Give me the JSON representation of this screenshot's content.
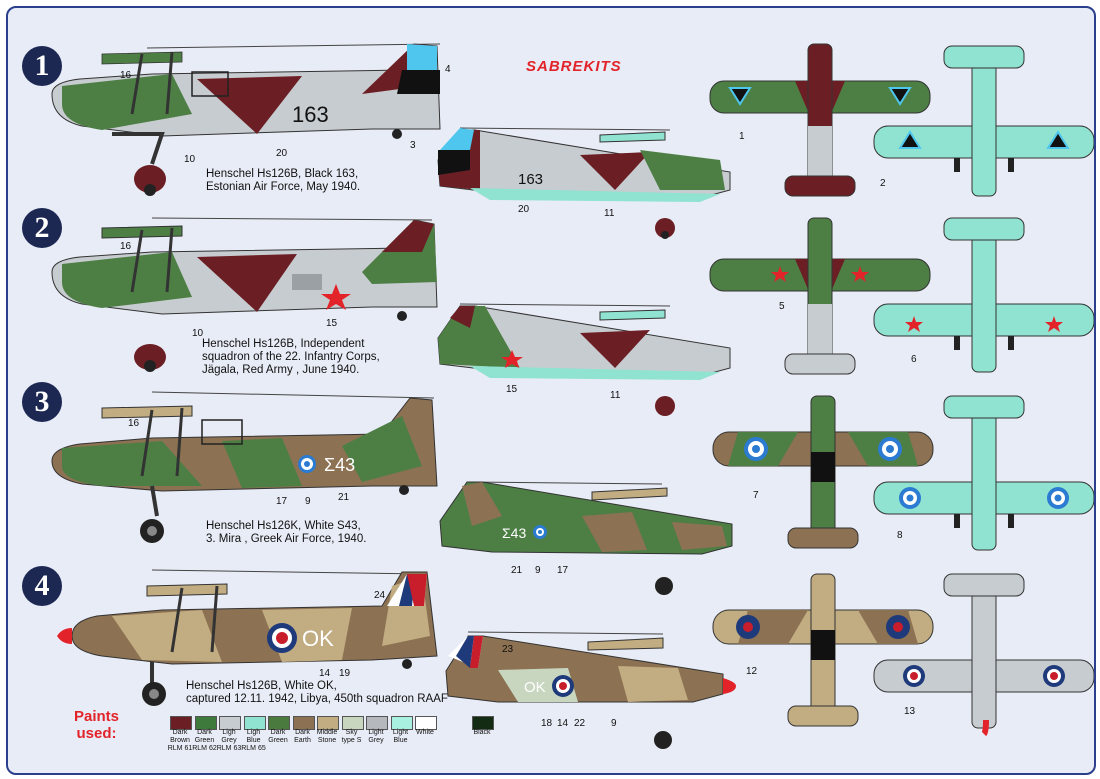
{
  "brand": "SABREKITS",
  "schemes": [
    {
      "number": "1",
      "caption": [
        "Henschel Hs126B, Black 163,",
        "Estonian Air Force, May 1940."
      ],
      "code": "163"
    },
    {
      "number": "2",
      "caption": [
        "Henschel Hs126B, Independent",
        "squadron of the 22. Infantry Corps,",
        "Jägala, Red Army , June 1940."
      ],
      "code": ""
    },
    {
      "number": "3",
      "caption": [
        "Henschel Hs126K, White S43,",
        "3. Mira , Greek Air Force, 1940."
      ],
      "code": "Σ43"
    },
    {
      "number": "4",
      "caption": [
        "Henschel Hs126B, White OK,",
        "captured 12.11. 1942, Libya, 450th squadron RAAF"
      ],
      "code": "OK"
    }
  ],
  "callouts": {
    "s1_side": [
      "16",
      "4",
      "10",
      "20"
    ],
    "s1_side2": [
      "3",
      "20",
      "11"
    ],
    "s1_plan": [
      "1",
      "2"
    ],
    "s2_side": [
      "16",
      "10",
      "15"
    ],
    "s2_side2": [
      "15",
      "11"
    ],
    "s2_plan": [
      "5",
      "6"
    ],
    "s3_side": [
      "16",
      "17",
      "9",
      "21"
    ],
    "s3_side2": [
      "21",
      "9",
      "17"
    ],
    "s3_plan": [
      "7",
      "8"
    ],
    "s4_side": [
      "24",
      "14",
      "19"
    ],
    "s4_side2": [
      "23",
      "18",
      "14",
      "22",
      "9"
    ],
    "s4_plan": [
      "12",
      "13"
    ]
  },
  "paints": {
    "title": [
      "Paints",
      "used:"
    ],
    "items": [
      {
        "label": [
          "Dark",
          "Brown",
          "RLM 61"
        ],
        "color": "#6b1f24"
      },
      {
        "label": [
          "Dark",
          "Green",
          "RLM 62"
        ],
        "color": "#3e7a3c"
      },
      {
        "label": [
          "Ligh",
          "Grey",
          "RLM 63"
        ],
        "color": "#c7ccd0"
      },
      {
        "label": [
          "Ligh",
          "Blue",
          "RLM 65"
        ],
        "color": "#8fe3d0"
      },
      {
        "label": [
          "Dark",
          "Green"
        ],
        "color": "#4a7a3e"
      },
      {
        "label": [
          "Dark",
          "Earth"
        ],
        "color": "#8c7152"
      },
      {
        "label": [
          "Middle",
          "Stone"
        ],
        "color": "#c2ac82"
      },
      {
        "label": [
          "Sky",
          "type S"
        ],
        "color": "#c8d6c0"
      },
      {
        "label": [
          "Light",
          "Grey"
        ],
        "color": "#b5b9bd"
      },
      {
        "label": [
          "Light",
          "Blue"
        ],
        "color": "#a8f0e0"
      },
      {
        "label": [
          "White"
        ],
        "color": "#ffffff"
      },
      {
        "label": [
          "Black"
        ],
        "color": "#132b12"
      }
    ]
  }
}
